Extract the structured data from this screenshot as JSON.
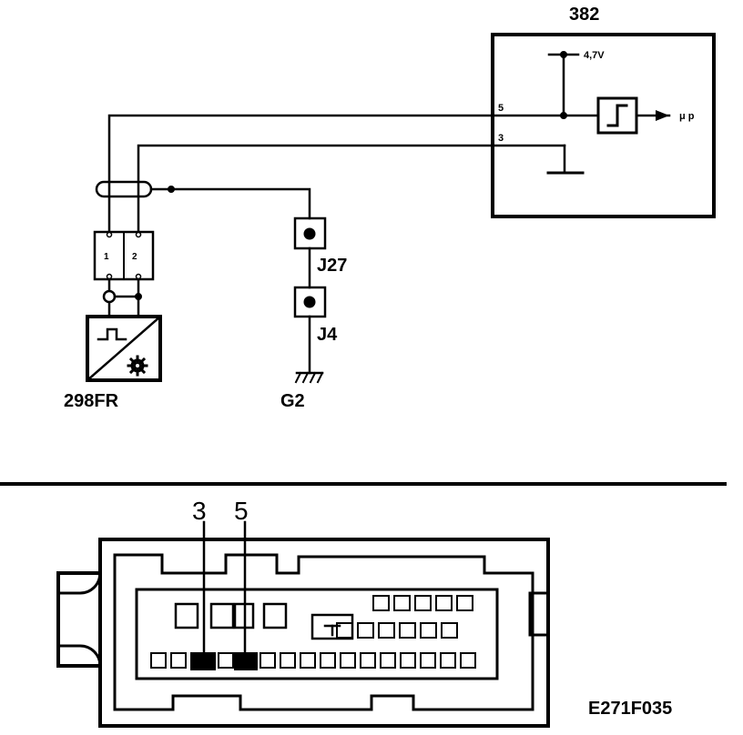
{
  "ecu": {
    "id": "382",
    "voltage": "4,7V",
    "pin5": "5",
    "pin3": "3",
    "output": "μ p"
  },
  "sensor": {
    "id": "298FR",
    "pin1": "1",
    "pin2": "2"
  },
  "junctions": {
    "j27": "J27",
    "j4": "J4",
    "ground": "G2"
  },
  "connector": {
    "callout_left": "3",
    "callout_right": "5"
  },
  "figure_code": "E271F035"
}
